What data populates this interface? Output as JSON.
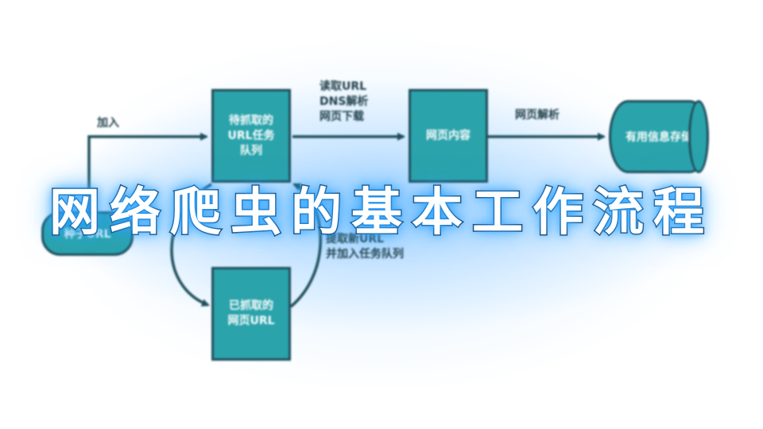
{
  "diagram": {
    "nodes": {
      "seed": "种子URL",
      "queue": "待抓取的\nURL任务\n队列",
      "content": "网页内容",
      "storage": "有用信息存储",
      "crawled": "已抓取的\n网页URL"
    },
    "edges": {
      "add": "加入",
      "fetch": "读取URL\nDNS解析\n网页下载",
      "parse": "网页解析",
      "extract": "提取新URL\n并加入任务队列"
    }
  },
  "title": "网络爬虫的基本工作流程",
  "colors": {
    "node_fill": "#2aa3ab",
    "node_border": "#1f4f5c",
    "arrow": "#1f4f5c",
    "title_glow": "#28a0ff"
  }
}
